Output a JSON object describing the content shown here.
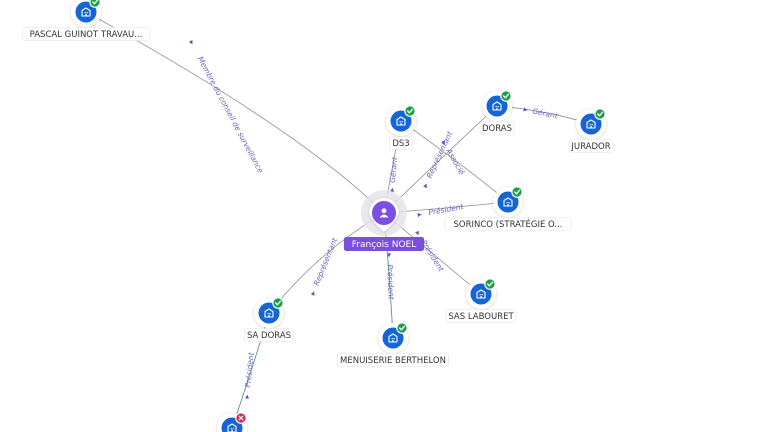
{
  "colors": {
    "company_icon": "#1565d8",
    "person_icon": "#7b4ee6",
    "badge_active": "#1e9e4a",
    "badge_closed": "#d8234a",
    "edge_label": "#6b63c4"
  },
  "center": {
    "name": "François NOEL",
    "icon": "person-icon"
  },
  "nodes": [
    {
      "id": "pascal",
      "label": "PASCAL GUINOT TRAVAU...",
      "status": "active"
    },
    {
      "id": "ds3",
      "label": "DS3",
      "status": "active"
    },
    {
      "id": "doras",
      "label": "DORAS",
      "status": "active"
    },
    {
      "id": "jurador",
      "label": "JURADOR",
      "status": "active"
    },
    {
      "id": "sorinco",
      "label": "SORINCO (STRATÉGIE O...",
      "status": "active"
    },
    {
      "id": "sas_labouret",
      "label": "SAS LABOURET",
      "status": "active"
    },
    {
      "id": "menuiserie",
      "label": "MENUISERIE BERTHELON",
      "status": "active"
    },
    {
      "id": "sa_doras",
      "label": "SA DORAS",
      "status": "active"
    },
    {
      "id": "bottom",
      "label": "",
      "status": "closed"
    }
  ],
  "edges": [
    {
      "from": "center",
      "to": "pascal",
      "label": "Membre du conseil de surveillance"
    },
    {
      "from": "center",
      "to": "ds3",
      "label": "Gérant"
    },
    {
      "from": "center",
      "to": "doras",
      "label": "Représentant"
    },
    {
      "from": "ds3",
      "to": "sorinco",
      "label": "Associé"
    },
    {
      "from": "doras",
      "to": "jurador",
      "label": "Gérant"
    },
    {
      "from": "center",
      "to": "sorinco",
      "label": "Président"
    },
    {
      "from": "center",
      "to": "sas_labouret",
      "label": "Président"
    },
    {
      "from": "center",
      "to": "menuiserie",
      "label": "Président"
    },
    {
      "from": "center",
      "to": "sa_doras",
      "label": "Représentant"
    },
    {
      "from": "sa_doras",
      "to": "bottom",
      "label": "Président"
    }
  ]
}
